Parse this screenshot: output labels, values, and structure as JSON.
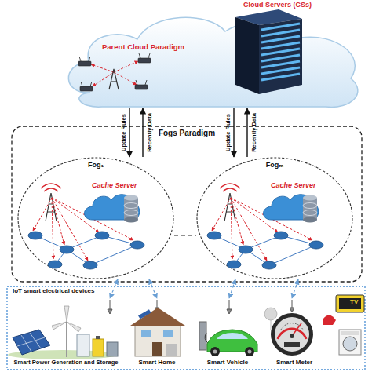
{
  "diagram": {
    "nodes": [
      {
        "text": [
          "Cloud Servers (CSs)",
          "Parent Cloud Paradigm"
        ]
      },
      {
        "text": [
          "Fogs Paradigm"
        ]
      },
      {
        "text": [
          "Fog₁",
          "Cache Server"
        ],
        "in": 1
      },
      {
        "text": [
          "Fogₘ",
          "Cache Server"
        ],
        "in": 1
      },
      {
        "text": [
          "IoT smart electrical devices"
        ]
      },
      {
        "text": [
          "Smart Power Generation and Storage"
        ],
        "in": 4
      },
      {
        "text": [
          "Smart Home"
        ],
        "in": 4
      },
      {
        "text": [
          "Smart Vehicle"
        ],
        "in": 4
      },
      {
        "text": [
          "Smart Meter"
        ],
        "in": 4
      }
    ],
    "edges": [
      {
        "from": 0,
        "to": 2,
        "arrow": "to",
        "label": "Update Rules"
      },
      {
        "from": 2,
        "to": 0,
        "arrow": "to",
        "label": "Recently Data"
      },
      {
        "from": 0,
        "to": 3,
        "arrow": "to",
        "label": "Update Rules"
      },
      {
        "from": 3,
        "to": 0,
        "arrow": "to",
        "label": "Recently Data"
      },
      {
        "from": 2,
        "to": 3,
        "arrow": "none"
      },
      {
        "from": 2,
        "to": 5,
        "arrow": "both"
      },
      {
        "from": 2,
        "to": 6,
        "arrow": "both"
      },
      {
        "from": 3,
        "to": 7,
        "arrow": "both"
      },
      {
        "from": 3,
        "to": 8,
        "arrow": "both"
      }
    ],
    "labels": [
      "TV"
    ]
  }
}
